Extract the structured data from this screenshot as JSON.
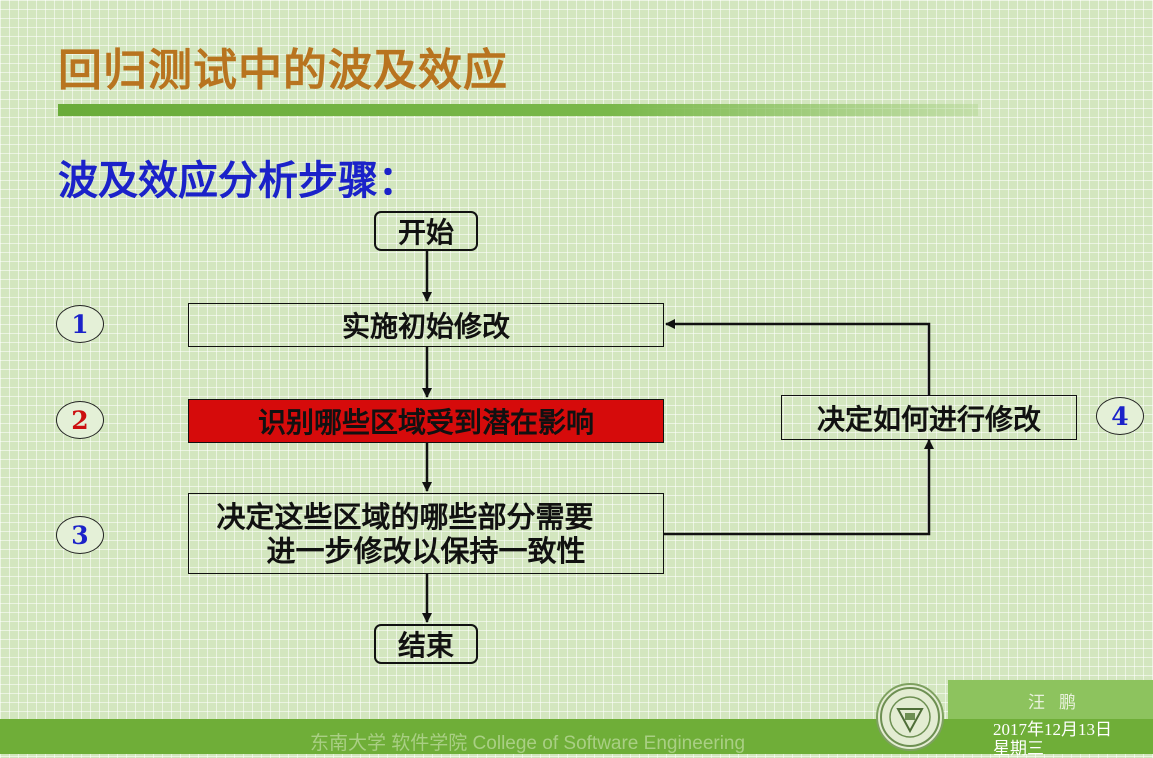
{
  "header": {
    "title": "回归测试中的波及效应"
  },
  "subtitle": "波及效应分析步骤：",
  "flow": {
    "start": "开始",
    "step1": "实施初始修改",
    "step2": "识别哪些区域受到潜在影响",
    "step3_line1": "决定这些区域的哪些部分需要",
    "step3_line2": "进一步修改以保持一致性",
    "step4": "决定如何进行修改",
    "end": "结束"
  },
  "badges": {
    "b1": "1",
    "b2": "2",
    "b3": "3",
    "b4": "4"
  },
  "badge_colors": {
    "b1": "#1b22c9",
    "b2": "#cc0f0f",
    "b3": "#1b22c9",
    "b4": "#1b22c9"
  },
  "footer": {
    "school": "东南大学  软件学院   College of Software Engineering",
    "author": "汪鹏",
    "date": "2017年12月13日",
    "weekday": "星期三"
  }
}
